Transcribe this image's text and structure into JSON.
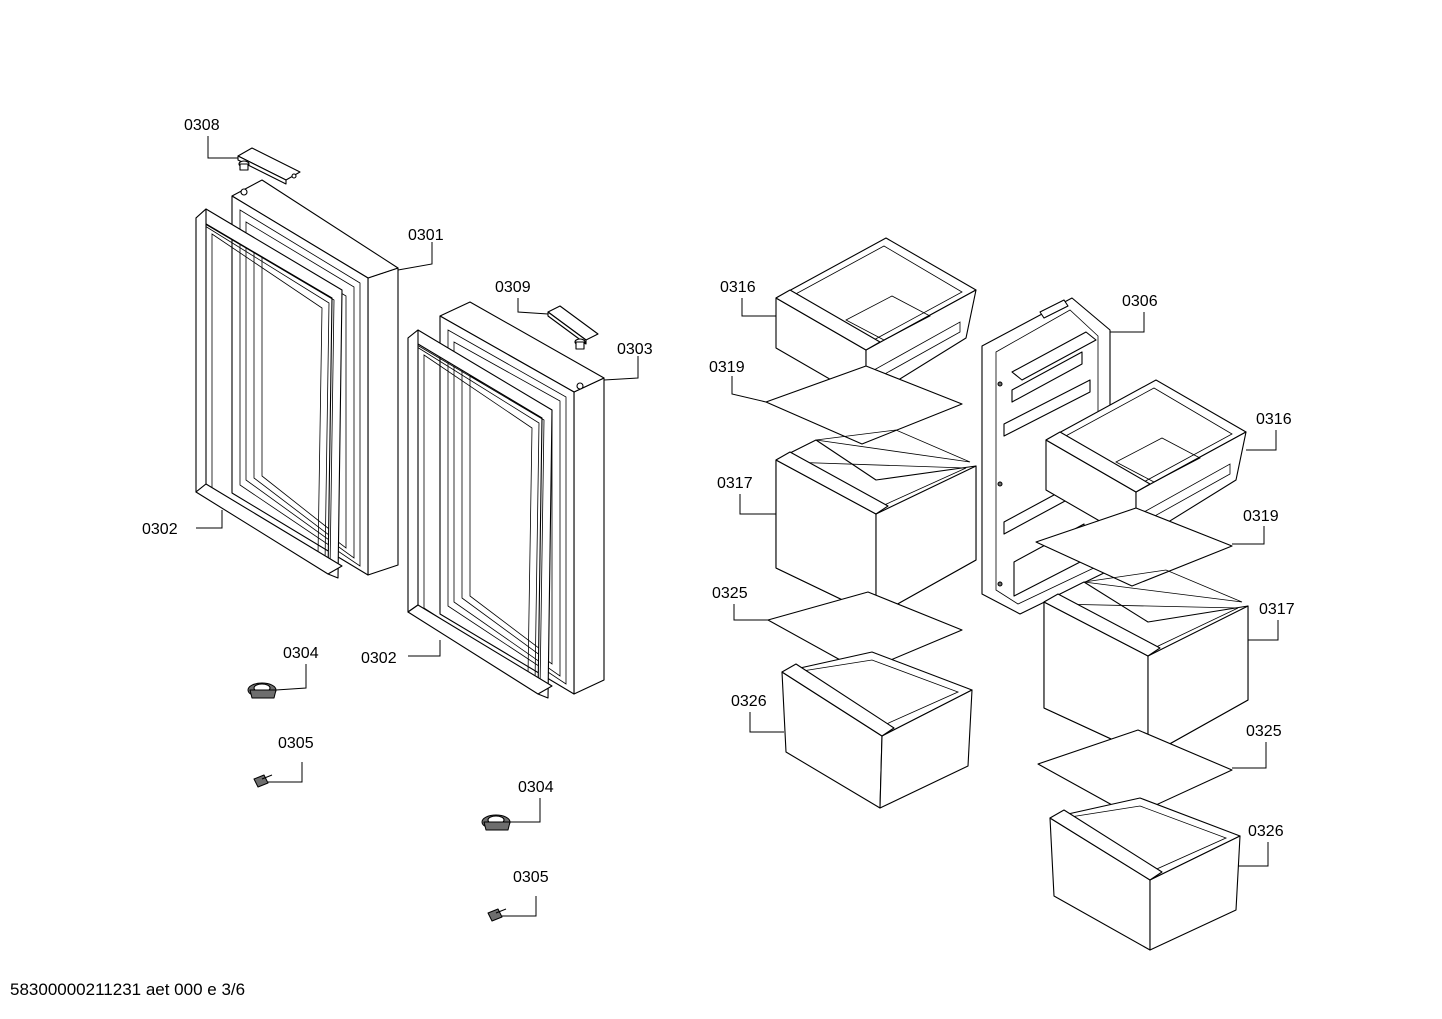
{
  "callouts": {
    "hinge_left_top": "0308",
    "door_left": "0301",
    "gasket_left": "0302",
    "hinge_right_top": "0309",
    "door_right": "0303",
    "gasket_right": "0302",
    "bearing_a": "0304",
    "screw_a": "0305",
    "bearing_b": "0304",
    "screw_b": "0305",
    "drawer_top_left": "0316",
    "glass_top_left": "0319",
    "drawer_mid_left": "0317",
    "cover_left": "0325",
    "drawer_bottom_left": "0326",
    "divider_panel": "0306",
    "drawer_top_right": "0316",
    "glass_top_right": "0319",
    "drawer_mid_right": "0317",
    "cover_right": "0325",
    "drawer_bottom_right": "0326"
  },
  "footer_code": "58300000211231 aet 000 e 3/6"
}
